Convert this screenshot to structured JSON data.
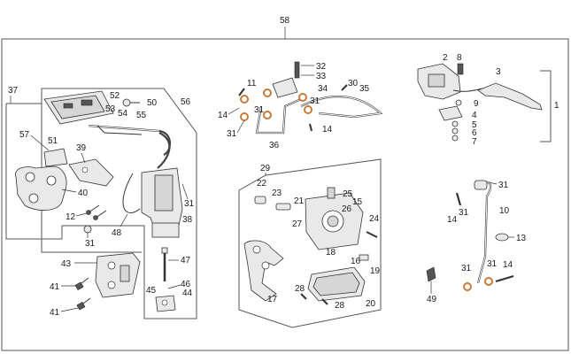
{
  "labels": {
    "l58": "58",
    "l37": "37",
    "l56": "56",
    "l50": "50",
    "l52": "52",
    "l53": "53",
    "l54": "54",
    "l55": "55",
    "l57": "57",
    "l51": "51",
    "l39": "39",
    "l40": "40",
    "l12": "12",
    "l31a": "31",
    "l48": "48",
    "l38": "38",
    "l31b": "31",
    "l43": "43",
    "l41a": "41",
    "l41b": "41",
    "l47": "47",
    "l45": "45",
    "l46": "46",
    "l44": "44",
    "l32": "32",
    "l33": "33",
    "l11": "11",
    "l34": "34",
    "l30": "30",
    "l35": "35",
    "l14a": "14",
    "l31c": "31",
    "l31d": "31",
    "l31e": "31",
    "l36": "36",
    "l14b": "14",
    "l29": "29",
    "l22": "22",
    "l23": "23",
    "l21": "21",
    "l25": "25",
    "l15": "15",
    "l26": "26",
    "l27": "27",
    "l24": "24",
    "l18": "18",
    "l16": "16",
    "l19": "19",
    "l17": "17",
    "l28a": "28",
    "l28b": "28",
    "l20": "20",
    "l2": "2",
    "l8": "8",
    "l3": "3",
    "l1": "1",
    "l9": "9",
    "l4": "4",
    "l5": "5",
    "l6": "6",
    "l7": "7",
    "l31f": "31",
    "l14c": "14",
    "l31g": "31",
    "l10": "10",
    "l13": "13",
    "l31h": "31",
    "l31i": "31",
    "l14d": "14",
    "l49": "49"
  }
}
